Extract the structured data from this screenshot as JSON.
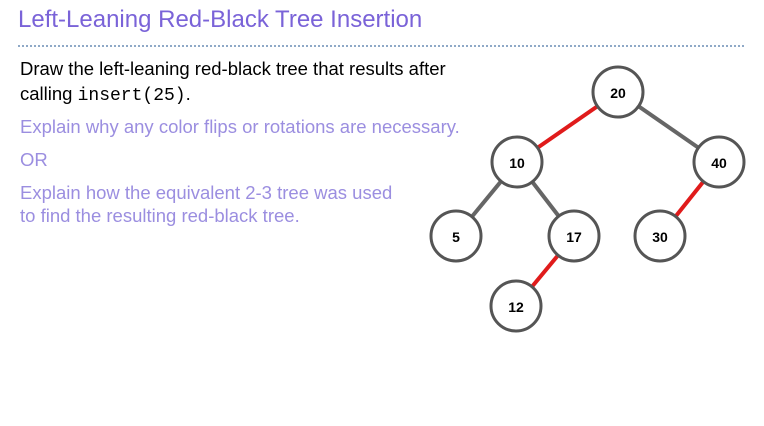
{
  "title": "Left-Leaning Red-Black Tree Insertion",
  "prompt": {
    "line1": "Draw the left-leaning red-black tree that results after",
    "line2_prefix": "calling ",
    "line2_code": "insert(25)",
    "line2_suffix": "."
  },
  "explain_flips": "Explain why any color flips or rotations are necessary.",
  "or_label": "OR",
  "explain_2_3": {
    "line1": "Explain how the equivalent 2-3 tree was used",
    "line2": "to find the resulting red-black tree."
  },
  "colors": {
    "red_link": "#e01b1b",
    "black_link": "#666666",
    "node_stroke": "#555555"
  },
  "tree": {
    "nodes": [
      {
        "id": "n20",
        "label": "20"
      },
      {
        "id": "n10",
        "label": "10"
      },
      {
        "id": "n40",
        "label": "40"
      },
      {
        "id": "n5",
        "label": "5"
      },
      {
        "id": "n17",
        "label": "17"
      },
      {
        "id": "n30",
        "label": "30"
      },
      {
        "id": "n12",
        "label": "12"
      }
    ],
    "edges": [
      {
        "from": "20",
        "to": "10",
        "color": "red"
      },
      {
        "from": "20",
        "to": "40",
        "color": "black"
      },
      {
        "from": "10",
        "to": "5",
        "color": "black"
      },
      {
        "from": "10",
        "to": "17",
        "color": "black"
      },
      {
        "from": "40",
        "to": "30",
        "color": "red"
      },
      {
        "from": "17",
        "to": "12",
        "color": "red"
      }
    ]
  }
}
